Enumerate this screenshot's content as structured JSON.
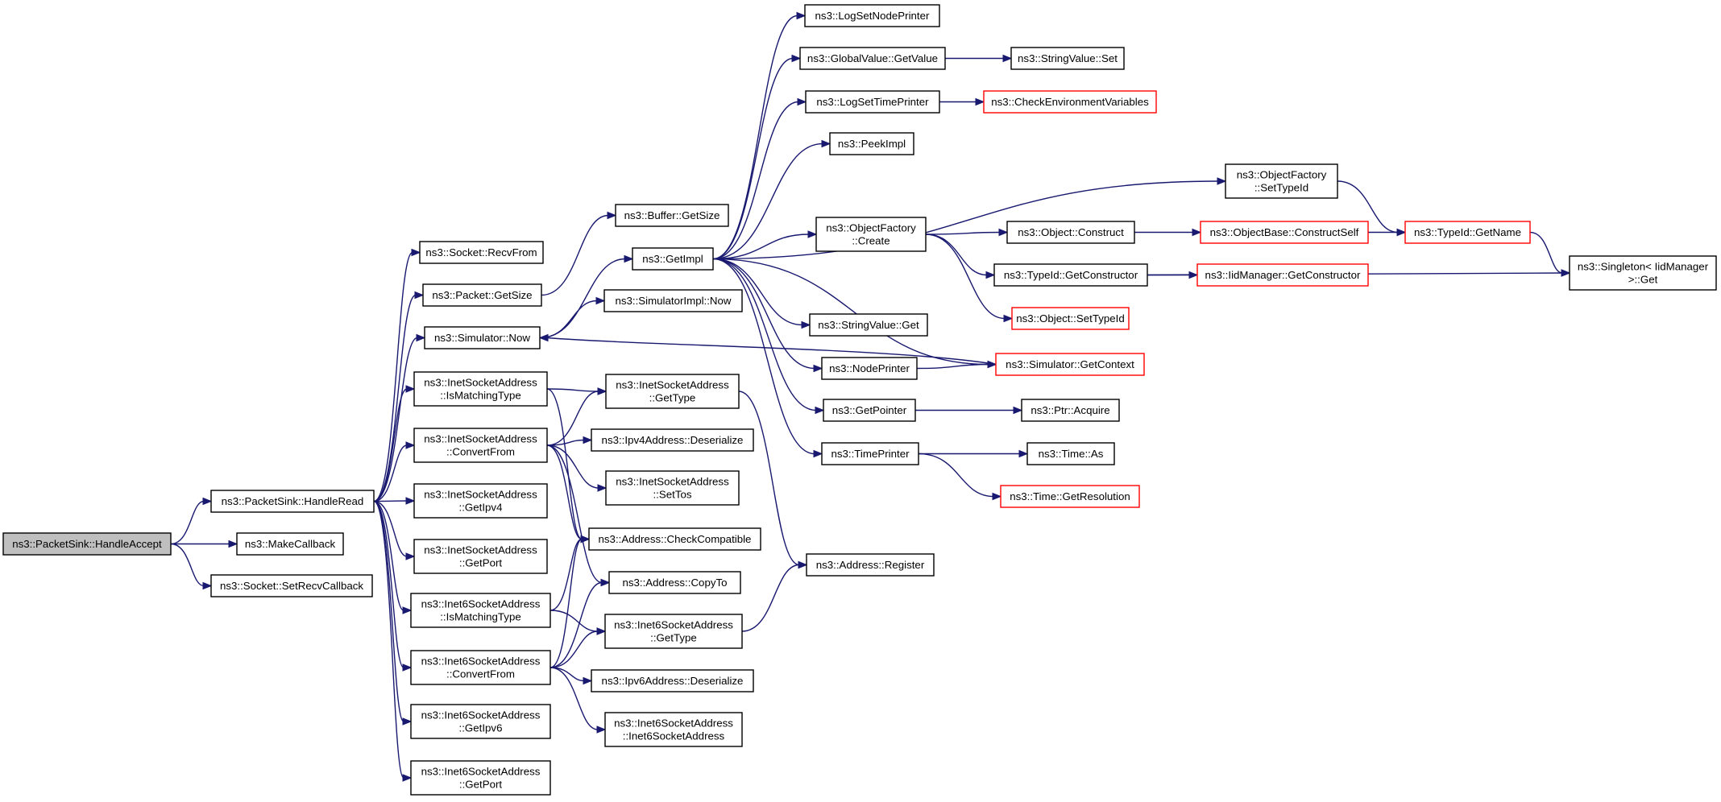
{
  "colors": {
    "edge": "#191970",
    "node_border": "#000000",
    "node_border_external": "#ff0000",
    "root_fill": "#bfbfbf",
    "node_fill": "#ffffff"
  },
  "nodes": [
    {
      "id": "n0",
      "lines": [
        "ns3::PacketSink::HandleAccept"
      ],
      "root": true
    },
    {
      "id": "n1",
      "lines": [
        "ns3::PacketSink::HandleRead"
      ]
    },
    {
      "id": "n2",
      "lines": [
        "ns3::MakeCallback"
      ]
    },
    {
      "id": "n3",
      "lines": [
        "ns3::Socket::SetRecvCallback"
      ]
    },
    {
      "id": "n4",
      "lines": [
        "ns3::Socket::RecvFrom"
      ]
    },
    {
      "id": "n5",
      "lines": [
        "ns3::Packet::GetSize"
      ]
    },
    {
      "id": "n6",
      "lines": [
        "ns3::Simulator::Now"
      ]
    },
    {
      "id": "n7",
      "lines": [
        "ns3::InetSocketAddress",
        "::IsMatchingType"
      ]
    },
    {
      "id": "n8",
      "lines": [
        "ns3::InetSocketAddress",
        "::ConvertFrom"
      ]
    },
    {
      "id": "n9",
      "lines": [
        "ns3::InetSocketAddress",
        "::GetIpv4"
      ]
    },
    {
      "id": "n10",
      "lines": [
        "ns3::InetSocketAddress",
        "::GetPort"
      ]
    },
    {
      "id": "n11",
      "lines": [
        "ns3::Inet6SocketAddress",
        "::IsMatchingType"
      ]
    },
    {
      "id": "n12",
      "lines": [
        "ns3::Inet6SocketAddress",
        "::ConvertFrom"
      ]
    },
    {
      "id": "n13",
      "lines": [
        "ns3::Inet6SocketAddress",
        "::GetIpv6"
      ]
    },
    {
      "id": "n14",
      "lines": [
        "ns3::Inet6SocketAddress",
        "::GetPort"
      ]
    },
    {
      "id": "n15",
      "lines": [
        "ns3::Buffer::GetSize"
      ]
    },
    {
      "id": "n16",
      "lines": [
        "ns3::GetImpl"
      ]
    },
    {
      "id": "n17",
      "lines": [
        "ns3::SimulatorImpl::Now"
      ]
    },
    {
      "id": "n18",
      "lines": [
        "ns3::InetSocketAddress",
        "::GetType"
      ]
    },
    {
      "id": "n19",
      "lines": [
        "ns3::Ipv4Address::Deserialize"
      ]
    },
    {
      "id": "n20",
      "lines": [
        "ns3::InetSocketAddress",
        "::SetTos"
      ]
    },
    {
      "id": "n21",
      "lines": [
        "ns3::Address::CheckCompatible"
      ]
    },
    {
      "id": "n22",
      "lines": [
        "ns3::Address::CopyTo"
      ]
    },
    {
      "id": "n23",
      "lines": [
        "ns3::Inet6SocketAddress",
        "::GetType"
      ]
    },
    {
      "id": "n24",
      "lines": [
        "ns3::Ipv6Address::Deserialize"
      ]
    },
    {
      "id": "n25",
      "lines": [
        "ns3::Inet6SocketAddress",
        "::Inet6SocketAddress"
      ]
    },
    {
      "id": "n26",
      "lines": [
        "ns3::LogSetNodePrinter"
      ]
    },
    {
      "id": "n27",
      "lines": [
        "ns3::GlobalValue::GetValue"
      ]
    },
    {
      "id": "n28",
      "lines": [
        "ns3::LogSetTimePrinter"
      ]
    },
    {
      "id": "n29",
      "lines": [
        "ns3::PeekImpl"
      ]
    },
    {
      "id": "n30",
      "lines": [
        "ns3::ObjectFactory",
        "::Create"
      ]
    },
    {
      "id": "n31",
      "lines": [
        "ns3::StringValue::Get"
      ]
    },
    {
      "id": "n32",
      "lines": [
        "ns3::NodePrinter"
      ]
    },
    {
      "id": "n33",
      "lines": [
        "ns3::GetPointer"
      ]
    },
    {
      "id": "n34",
      "lines": [
        "ns3::TimePrinter"
      ]
    },
    {
      "id": "n35",
      "lines": [
        "ns3::Address::Register"
      ]
    },
    {
      "id": "n36",
      "lines": [
        "ns3::StringValue::Set"
      ]
    },
    {
      "id": "n37",
      "lines": [
        "ns3::CheckEnvironmentVariables"
      ],
      "external": true
    },
    {
      "id": "n38",
      "lines": [
        "ns3::ObjectFactory",
        "::SetTypeId"
      ]
    },
    {
      "id": "n39",
      "lines": [
        "ns3::Object::Construct"
      ]
    },
    {
      "id": "n40",
      "lines": [
        "ns3::TypeId::GetConstructor"
      ]
    },
    {
      "id": "n41",
      "lines": [
        "ns3::Object::SetTypeId"
      ],
      "external": true
    },
    {
      "id": "n42",
      "lines": [
        "ns3::Simulator::GetContext"
      ],
      "external": true
    },
    {
      "id": "n43",
      "lines": [
        "ns3::Ptr::Acquire"
      ]
    },
    {
      "id": "n44",
      "lines": [
        "ns3::Time::As"
      ]
    },
    {
      "id": "n45",
      "lines": [
        "ns3::Time::GetResolution"
      ],
      "external": true
    },
    {
      "id": "n46",
      "lines": [
        "ns3::ObjectBase::ConstructSelf"
      ],
      "external": true
    },
    {
      "id": "n47",
      "lines": [
        "ns3::IidManager::GetConstructor"
      ],
      "external": true
    },
    {
      "id": "n48",
      "lines": [
        "ns3::TypeId::GetName"
      ],
      "external": true
    },
    {
      "id": "n49",
      "lines": [
        "ns3::Singleton< IidManager",
        ">::Get"
      ]
    }
  ],
  "edges": [
    [
      "n0",
      "n1"
    ],
    [
      "n0",
      "n2"
    ],
    [
      "n0",
      "n3"
    ],
    [
      "n1",
      "n4"
    ],
    [
      "n1",
      "n5"
    ],
    [
      "n1",
      "n6"
    ],
    [
      "n1",
      "n7"
    ],
    [
      "n1",
      "n8"
    ],
    [
      "n1",
      "n9"
    ],
    [
      "n1",
      "n10"
    ],
    [
      "n1",
      "n11"
    ],
    [
      "n1",
      "n12"
    ],
    [
      "n1",
      "n13"
    ],
    [
      "n1",
      "n14"
    ],
    [
      "n5",
      "n15"
    ],
    [
      "n6",
      "n16"
    ],
    [
      "n6",
      "n17"
    ],
    [
      "n7",
      "n18"
    ],
    [
      "n7",
      "n21"
    ],
    [
      "n8",
      "n18"
    ],
    [
      "n8",
      "n19"
    ],
    [
      "n8",
      "n20"
    ],
    [
      "n8",
      "n21"
    ],
    [
      "n8",
      "n22"
    ],
    [
      "n11",
      "n21"
    ],
    [
      "n11",
      "n23"
    ],
    [
      "n12",
      "n21"
    ],
    [
      "n12",
      "n22"
    ],
    [
      "n12",
      "n23"
    ],
    [
      "n12",
      "n24"
    ],
    [
      "n12",
      "n25"
    ],
    [
      "n16",
      "n26"
    ],
    [
      "n16",
      "n27"
    ],
    [
      "n16",
      "n28"
    ],
    [
      "n16",
      "n29"
    ],
    [
      "n16",
      "n38"
    ],
    [
      "n16",
      "n30"
    ],
    [
      "n16",
      "n31"
    ],
    [
      "n16",
      "n32"
    ],
    [
      "n16",
      "n33"
    ],
    [
      "n16",
      "n34"
    ],
    [
      "n16",
      "n42"
    ],
    [
      "n18",
      "n35"
    ],
    [
      "n23",
      "n35"
    ],
    [
      "n27",
      "n36"
    ],
    [
      "n28",
      "n37"
    ],
    [
      "n30",
      "n39"
    ],
    [
      "n30",
      "n40"
    ],
    [
      "n30",
      "n41"
    ],
    [
      "n32",
      "n42"
    ],
    [
      "n33",
      "n43"
    ],
    [
      "n34",
      "n44"
    ],
    [
      "n34",
      "n45"
    ],
    [
      "n39",
      "n46"
    ],
    [
      "n40",
      "n47"
    ],
    [
      "n40",
      "n49"
    ],
    [
      "n46",
      "n48"
    ],
    [
      "n38",
      "n48"
    ],
    [
      "n48",
      "n49"
    ],
    [
      "n42",
      "n6"
    ]
  ]
}
